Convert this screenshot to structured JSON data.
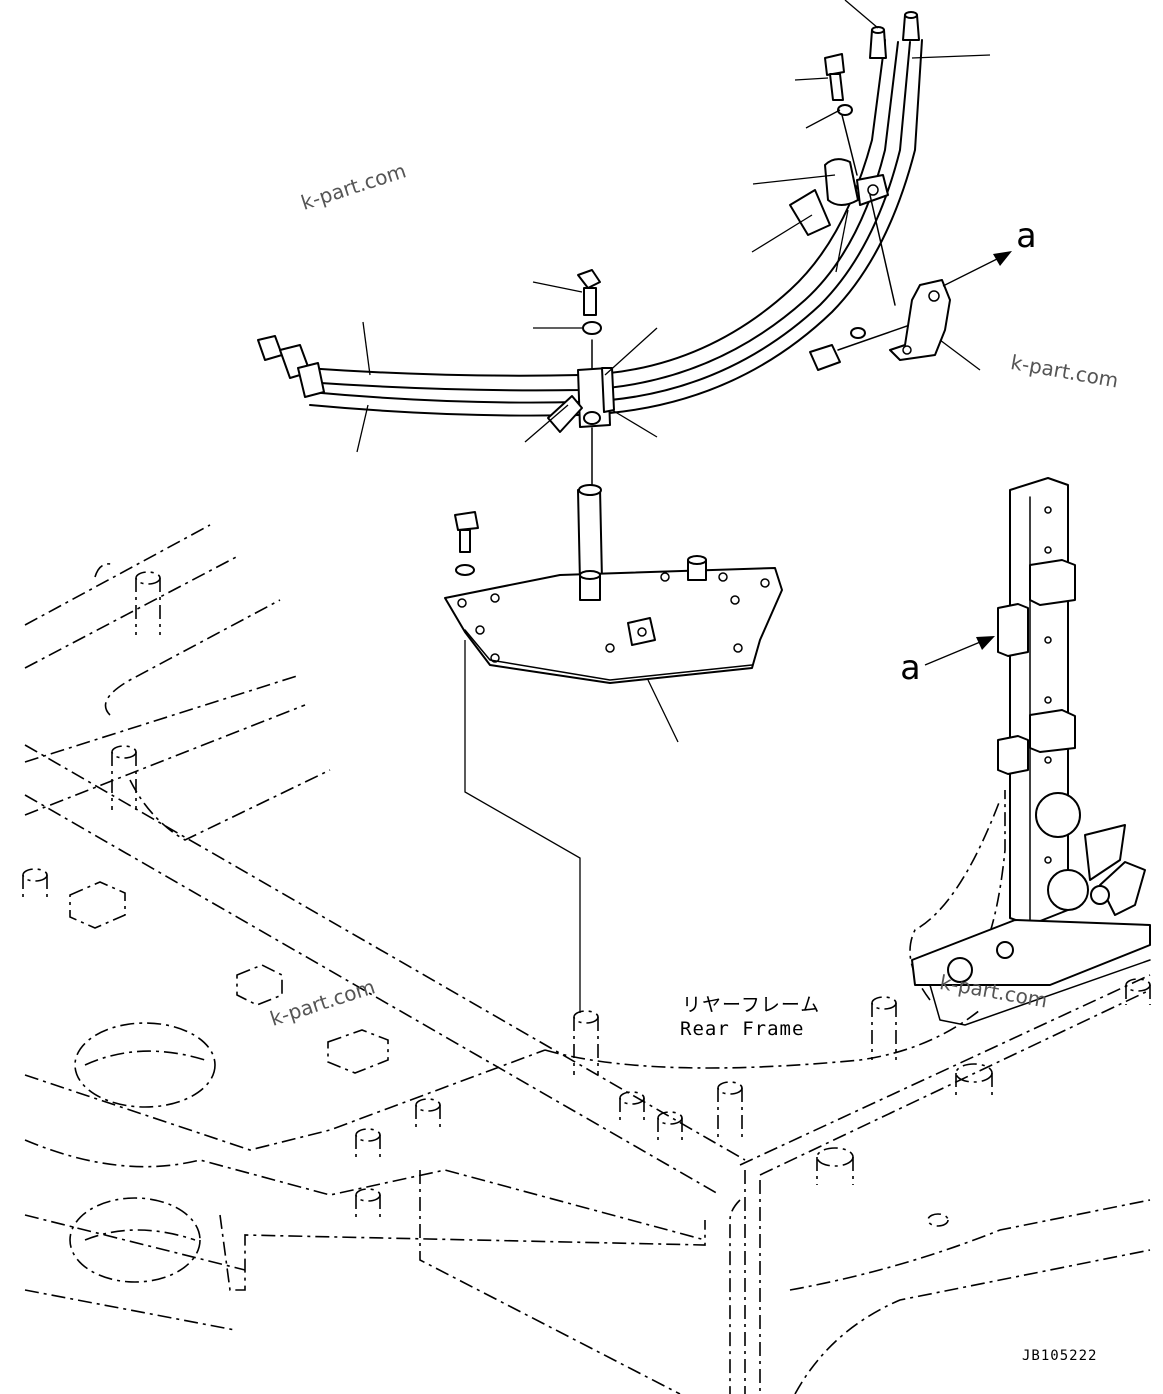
{
  "watermarks": [
    "k-part.com",
    "k-part.com",
    "k-part.com",
    "k-part.com"
  ],
  "reference_marks": {
    "upper": "a",
    "lower": "a"
  },
  "frame_label": {
    "japanese": "リヤーフレーム",
    "english": "Rear Frame"
  },
  "drawing_code": "JB105222"
}
